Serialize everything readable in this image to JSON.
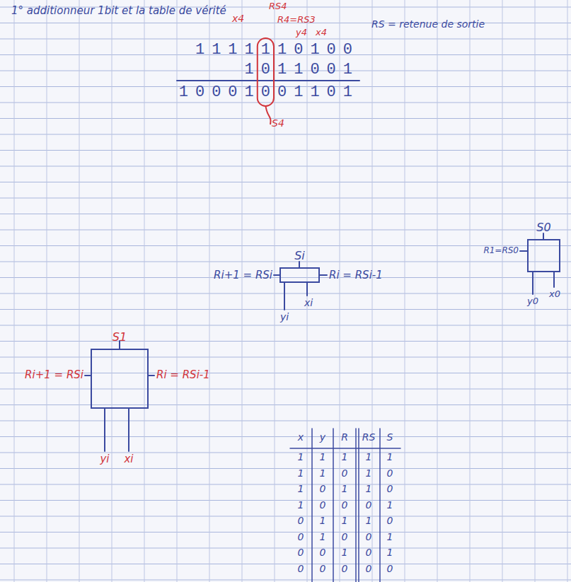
{
  "diagram": {
    "title": "1° additionneur 1bit et la table de vérité",
    "nodes": [
      {
        "text": [
          "S0"
        ]
      },
      {
        "text": [
          "Si"
        ]
      },
      {
        "text": [
          "S1"
        ]
      }
    ],
    "labels": [
      "RS = retenue de sortie",
      "x4",
      "RS4",
      "R4=RS3",
      "y4",
      "x4",
      "1111110100",
      "1011001",
      "10001001101",
      "S4",
      "Ri+1 = RSi",
      "Ri = RSi-1",
      "yi",
      "xi",
      "R1=RS0",
      "y0",
      "x0",
      "Ri+1 = RSi",
      "Ri = RSi-1",
      "yi",
      "xi",
      "x",
      "y",
      "R",
      "RS",
      "S",
      "1",
      "1",
      "1",
      "1",
      "1",
      "1",
      "1",
      "0",
      "1",
      "0",
      "1",
      "0",
      "1",
      "1",
      "0",
      "1",
      "0",
      "0",
      "0",
      "1",
      "0",
      "1",
      "1",
      "1",
      "0",
      "0",
      "1",
      "0",
      "0",
      "1",
      "0",
      "0",
      "1",
      "0",
      "1",
      "0",
      "0",
      "0",
      "0",
      "0"
    ]
  }
}
